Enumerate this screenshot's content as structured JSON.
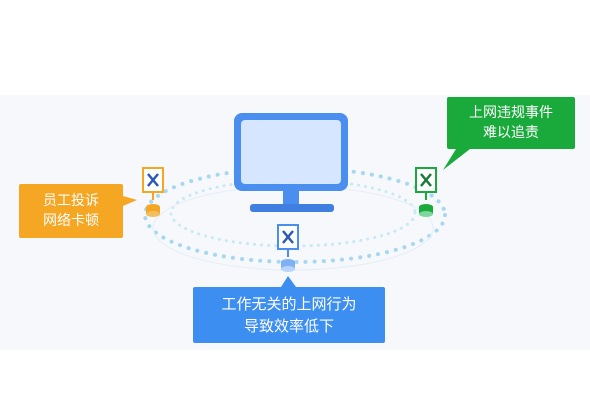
{
  "callouts": {
    "left": {
      "line1": "员工投诉",
      "line2": "网络卡顿",
      "color": "#f5a623"
    },
    "right": {
      "line1": "上网违规事件",
      "line2": "难以追责",
      "color": "#1aaa3c"
    },
    "bottom": {
      "line1": "工作无关的上网行为",
      "line2": "导致效率低下",
      "color": "#3c8ef0"
    }
  },
  "colors": {
    "monitor": "#4a8ef0",
    "monitor_screen": "#d6e6ff",
    "ring_dots": "#a7d8f0",
    "x_marker": "#2a5ab8"
  },
  "icons": [
    "monitor-icon",
    "blocked-x-icon",
    "database-icon"
  ]
}
